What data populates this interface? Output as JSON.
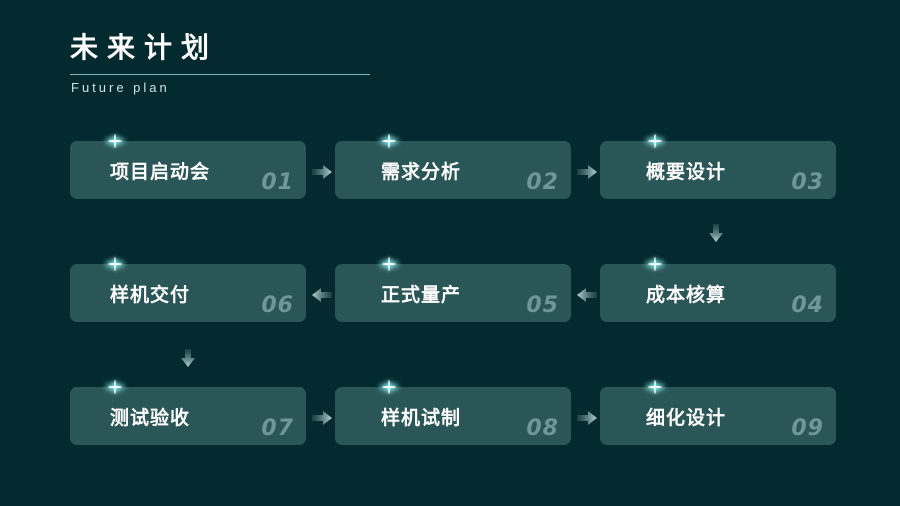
{
  "header": {
    "title": "未来计划",
    "subtitle": "Future plan"
  },
  "steps": [
    {
      "label": "项目启动会",
      "number": "01"
    },
    {
      "label": "需求分析",
      "number": "02"
    },
    {
      "label": "概要设计",
      "number": "03"
    },
    {
      "label": "成本核算",
      "number": "04"
    },
    {
      "label": "正式量产",
      "number": "05"
    },
    {
      "label": "样机交付",
      "number": "06"
    },
    {
      "label": "测试验收",
      "number": "07"
    },
    {
      "label": "样机试制",
      "number": "08"
    },
    {
      "label": "细化设计",
      "number": "09"
    }
  ],
  "colors": {
    "background": "#032a2e",
    "card": "#2b5658",
    "number": "#6f9698",
    "accent_line": "#7fb3b3"
  }
}
